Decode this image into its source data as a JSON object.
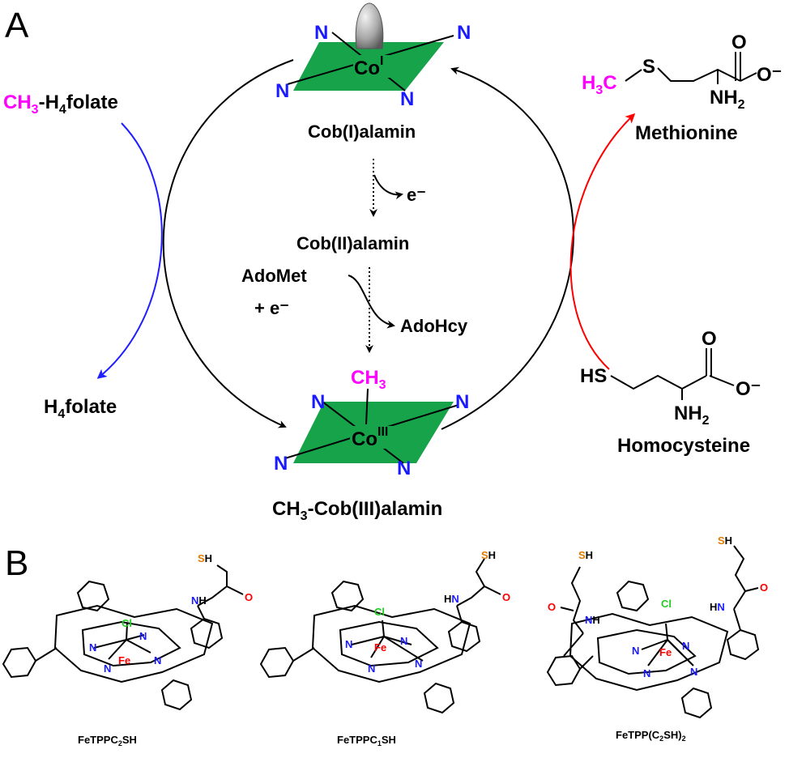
{
  "panel_a": {
    "letter": "A",
    "cob1": {
      "metal": "Co",
      "ox": "I",
      "label": "Cob(I)alamin"
    },
    "cob2": {
      "label": "Cob(II)alamin"
    },
    "cob3": {
      "metal": "Co",
      "ox": "III",
      "methyl": "CH",
      "methyl_sub": "3",
      "label_pre": "CH",
      "label_sub": "3",
      "label_post": "-Cob(III)alamin"
    },
    "electron": "e⁻",
    "adomet": "AdoMet",
    "plus_e": "+ e⁻",
    "adohcy": "AdoHcy",
    "folate_in": {
      "pre": "CH",
      "sub1": "3",
      "mid": "-H",
      "sub2": "4",
      "post": "folate"
    },
    "folate_out": {
      "pre": "H",
      "sub": "4",
      "post": "folate"
    },
    "methionine": {
      "name": "Methionine",
      "h3c_h": "H",
      "h3c_sub": "3",
      "h3c_c": "C",
      "s": "S",
      "o": "O",
      "o_minus": "O⁻",
      "nh2": "NH",
      "nh2_sub": "2"
    },
    "homocysteine": {
      "name": "Homocysteine",
      "hs": "HS",
      "o": "O",
      "o_minus": "O⁻",
      "nh2": "NH",
      "nh2_sub": "2"
    },
    "n": "N"
  },
  "panel_b": {
    "letter": "B",
    "compounds": [
      {
        "pre": "FeTPPC",
        "sub": "2",
        "post": "SH"
      },
      {
        "pre": "FeTPPC",
        "sub": "1",
        "post": "SH"
      },
      {
        "pre": "FeTPP(C",
        "sub": "2",
        "post": "SH)",
        "sub2": "2"
      }
    ],
    "fe": "Fe",
    "cl": "Cl",
    "n": "N",
    "s": "S",
    "h": "H",
    "o": "O",
    "hn": "HN",
    "nh": "NH",
    "sh": "SH"
  },
  "colors": {
    "magenta": "#ff00ff",
    "blue_n": "#1a1aff",
    "green": "#16a34a",
    "red": "#ff0000",
    "blue_arrow": "#1f1fff",
    "fe_red": "#ff0000",
    "cl_green": "#22cc22",
    "s_orange": "#e07b00",
    "o_red": "#ff0000"
  }
}
